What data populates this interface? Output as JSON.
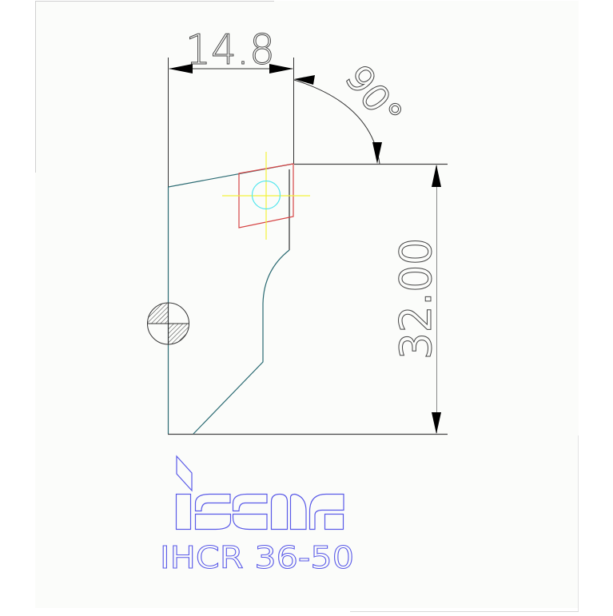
{
  "drawing": {
    "title": "IHCR 36-50",
    "brand": "iscar",
    "dimensions": {
      "width_label": "14.8",
      "angle_label": "90°",
      "height_label": "32.00"
    },
    "colors": {
      "background": "#fbfcfa",
      "outline": "#2a6a72",
      "dimension": "#333333",
      "insert": "#d64545",
      "centerline": "#f2f23a",
      "hole": "#55e6ee",
      "logo": "#5a5ae8"
    },
    "symbols": {
      "center_of_gravity": "cg-symbol"
    }
  }
}
